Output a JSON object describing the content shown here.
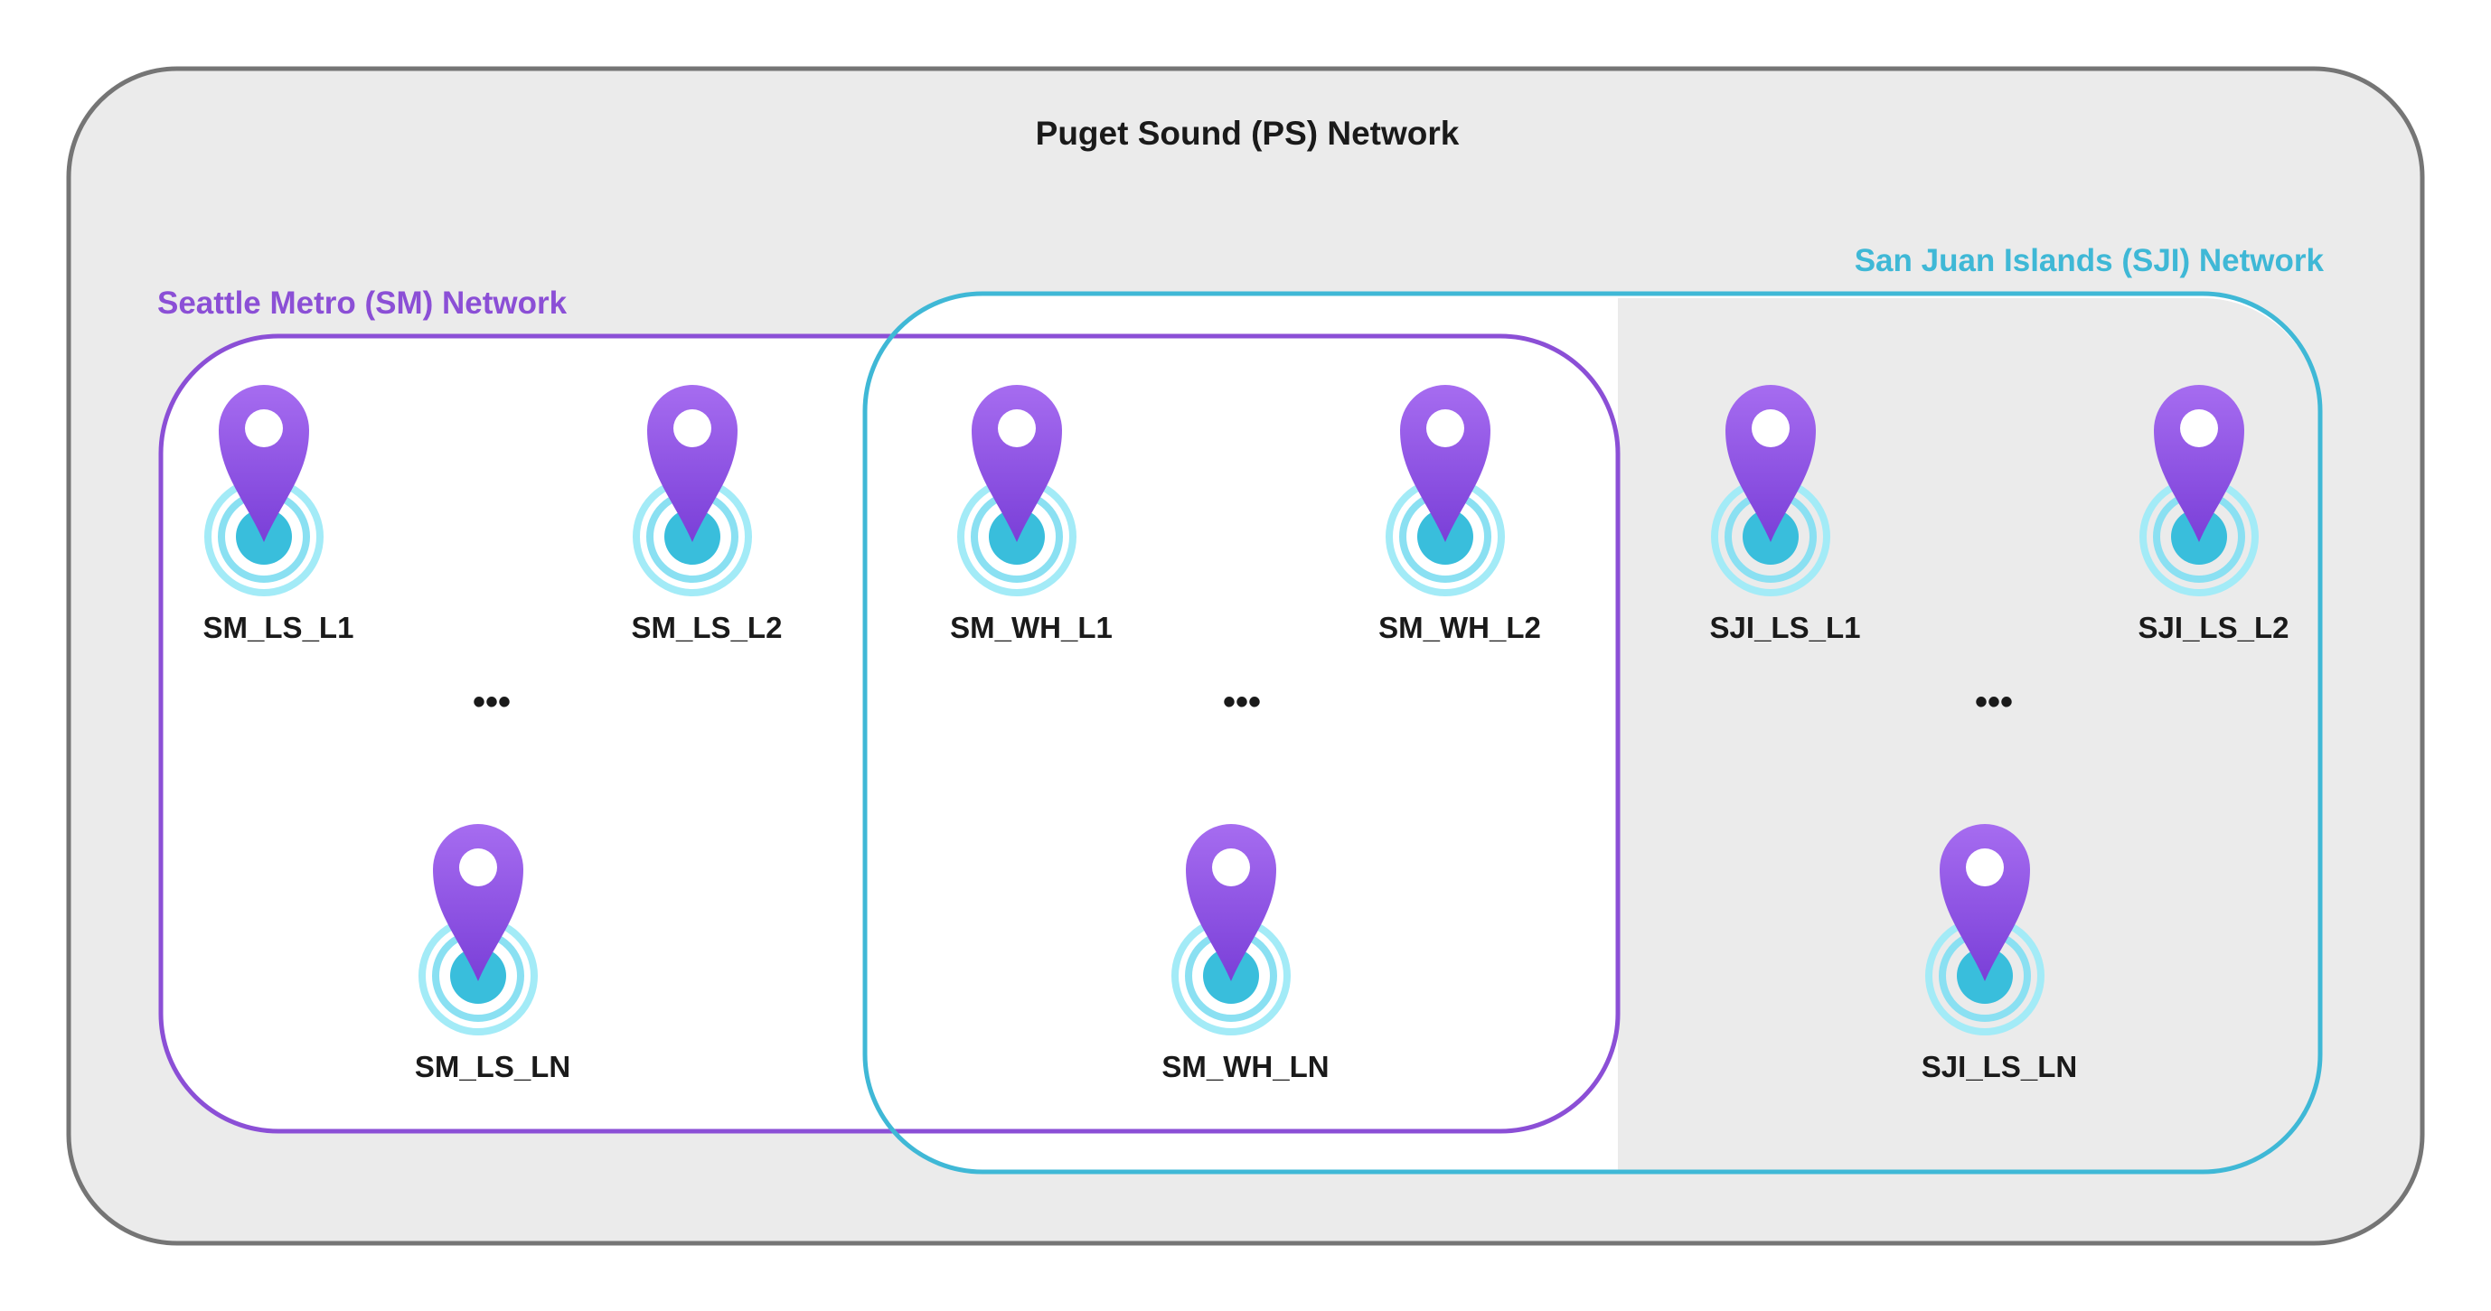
{
  "outer_network": {
    "label": "Puget Sound (PS) Network",
    "color": "#757575",
    "fill": "#ebebeb"
  },
  "sm_network": {
    "label": "Seattle Metro (SM) Network",
    "color": "#8b4fd6"
  },
  "sji_network": {
    "label": "San Juan Islands (SJI) Network",
    "color": "#3fb8d6"
  },
  "pin_icon": "map-pin-icon",
  "ring_icon": "signal-rings-icon",
  "pin_color": "#8a4fe0",
  "ring_color": "#39bedc",
  "ellipsis": "•••",
  "nodes": [
    {
      "id": "SM_LS_L1",
      "label": "SM_LS_L1"
    },
    {
      "id": "SM_LS_L2",
      "label": "SM_LS_L2"
    },
    {
      "id": "SM_LS_LN",
      "label": "SM_LS_LN"
    },
    {
      "id": "SM_WH_L1",
      "label": "SM_WH_L1"
    },
    {
      "id": "SM_WH_L2",
      "label": "SM_WH_L2"
    },
    {
      "id": "SM_WH_LN",
      "label": "SM_WH_LN"
    },
    {
      "id": "SJI_LS_L1",
      "label": "SJI_LS_L1"
    },
    {
      "id": "SJI_LS_L2",
      "label": "SJI_LS_L2"
    },
    {
      "id": "SJI_LS_LN",
      "label": "SJI_LS_LN"
    }
  ]
}
